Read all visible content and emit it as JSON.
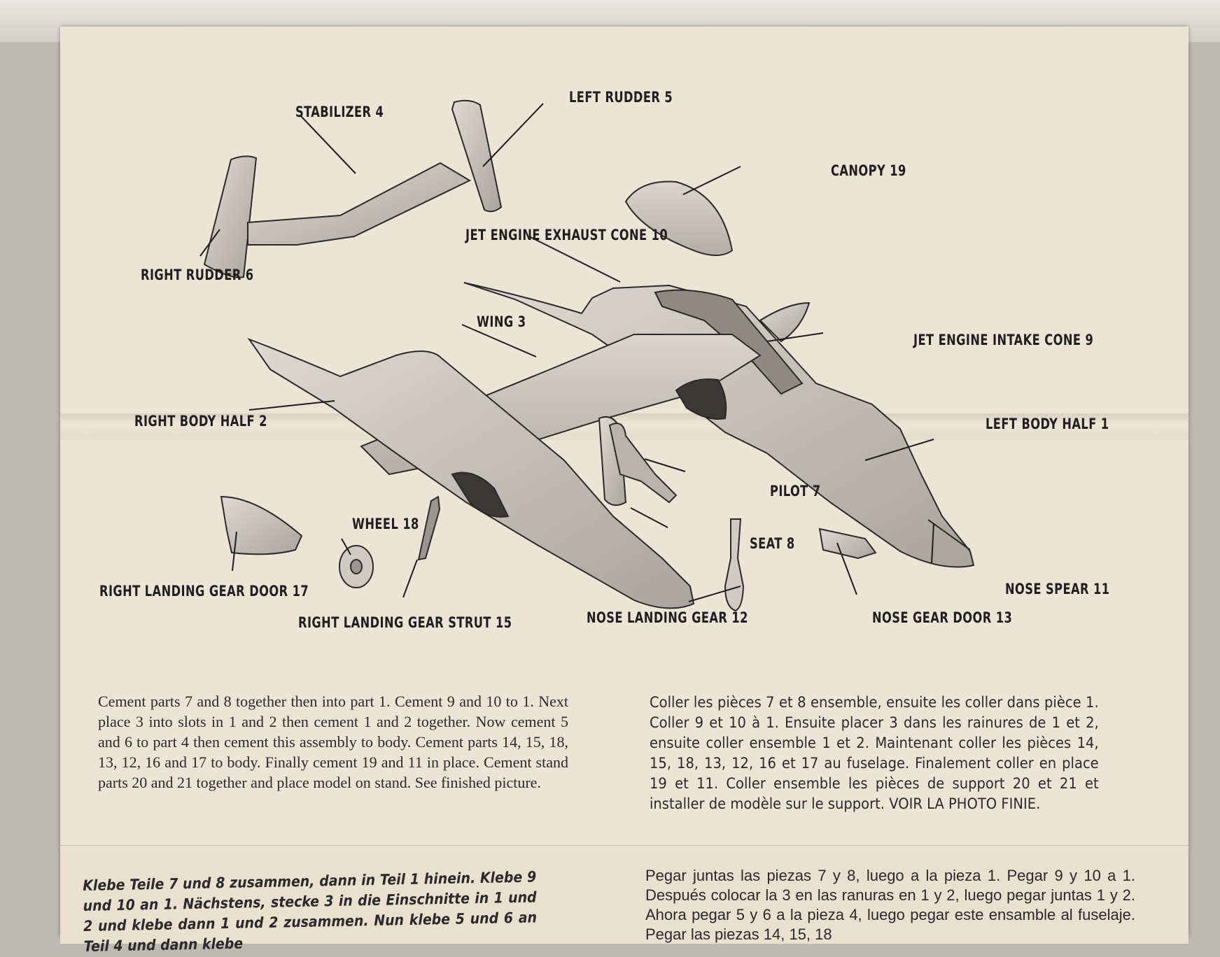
{
  "labels": {
    "stabilizer": "STABILIZER 4",
    "left_rudder": "LEFT RUDDER 5",
    "canopy": "CANOPY 19",
    "right_rudder": "RIGHT RUDDER 6",
    "exhaust_cone": "JET ENGINE EXHAUST CONE 10",
    "wing": "WING 3",
    "intake_cone": "JET ENGINE INTAKE CONE 9",
    "right_body": "RIGHT BODY HALF 2",
    "left_body": "LEFT BODY HALF 1",
    "pilot": "PILOT 7",
    "wheel": "WHEEL 18",
    "seat": "SEAT 8",
    "right_gear_door": "RIGHT LANDING GEAR DOOR 17",
    "nose_spear": "NOSE SPEAR 11",
    "right_gear_strut": "RIGHT LANDING GEAR STRUT 15",
    "nose_gear": "NOSE LANDING GEAR 12",
    "nose_gear_door": "NOSE GEAR DOOR 13"
  },
  "instructions": {
    "english": "Cement parts 7 and 8 together then into part 1. Cement 9 and 10 to 1. Next place 3 into slots in 1 and 2 then cement 1 and 2 together. Now cement 5 and 6 to part 4 then cement this assembly to body. Cement parts 14, 15, 18, 13, 12, 16 and 17 to body. Finally cement 19 and 11 in place. Cement stand parts 20 and 21 together and place model on stand. See finished picture.",
    "french": "Coller les pièces 7 et 8 ensemble, ensuite les coller dans pièce 1. Coller 9 et 10 à 1. Ensuite placer 3 dans les rainures de 1 et 2, ensuite coller ensemble 1 et 2. Maintenant coller les pièces 14, 15, 18, 13, 12, 16 et 17 au fuselage. Finalement coller en place 19 et 11. Coller ensemble les pièces de support 20 et 21 et installer de modèle sur le support. VOIR LA PHOTO FINIE.",
    "german": "Klebe Teile 7 und 8 zusammen, dann in Teil 1 hinein. Klebe 9 und 10 an 1. Nächstens, stecke 3 in die Einschnitte in 1 und 2 und klebe dann 1 und 2 zusammen. Nun klebe 5 und 6 an Teil 4 und dann klebe",
    "spanish": "Pegar juntas las piezas 7 y 8, luego a la pieza 1. Pegar 9 y 10 a 1. Después colocar la 3 en las ranuras en 1 y 2, luego pegar juntas 1 y 2. Ahora pegar 5 y 6 a la pieza 4, luego pegar este ensamble al fuselaje. Pegar las piezas 14, 15, 18"
  },
  "colors": {
    "paper": "#ebe5d5",
    "ink": "#1f1f1f",
    "part_fill": "#cfcbc1"
  }
}
